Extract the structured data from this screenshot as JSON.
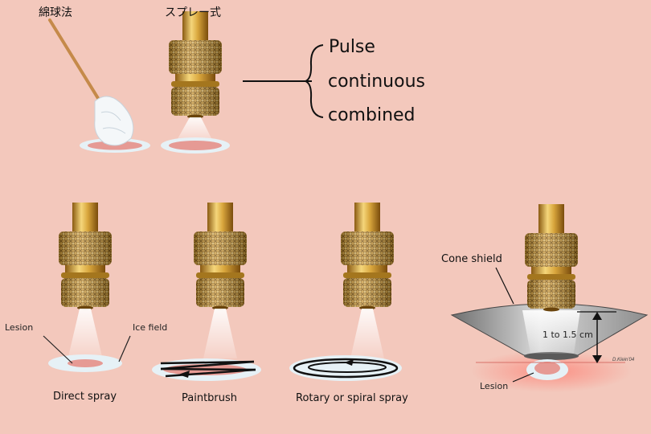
{
  "labels": {
    "cotton_method": "綿球法",
    "spray_method": "スプレー式",
    "modes": [
      "Pulse",
      "continuous",
      "combined"
    ],
    "lesion_left": "Lesion",
    "ice_field": "Ice field",
    "direct_spray": "Direct spray",
    "paintbrush": "Paintbrush",
    "rotary": "Rotary or spiral spray",
    "cone_shield": "Cone shield",
    "distance": "1 to 1.5 cm",
    "lesion_right": "Lesion",
    "signature": "D.Klein'04"
  },
  "colors": {
    "background": "#f3c8bc",
    "brass": "#c99a3c",
    "ice": "#e6f1f6",
    "lesion": "#e69a94"
  }
}
